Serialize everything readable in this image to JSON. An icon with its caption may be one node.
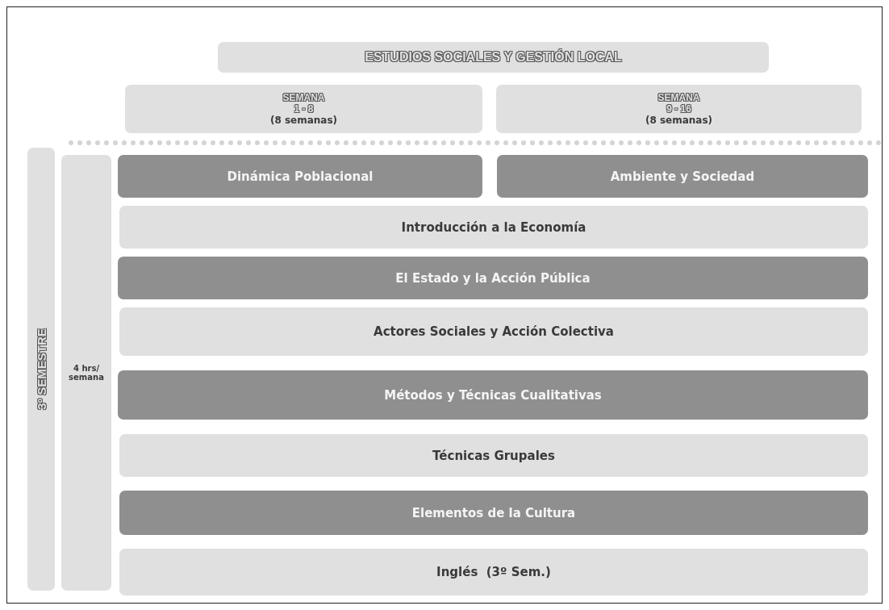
{
  "diagram": {
    "nodes": [
      {
        "text": [
          "ESTUDIOS SOCIALES Y GESTIÓN LOCAL"
        ]
      },
      {
        "text": [
          "SEMANA",
          "1 - 8",
          "(8 semanas)"
        ]
      },
      {
        "text": [
          "SEMANA",
          "9 - 16",
          "(8 semanas)"
        ]
      },
      {
        "text": [
          "3º SEMESTRE"
        ]
      },
      {
        "text": [
          "4 hrs/ semana"
        ]
      },
      {
        "text": [
          "Dinámica Poblacional"
        ]
      },
      {
        "text": [
          "Ambiente y Sociedad"
        ]
      },
      {
        "text": [
          "Introducción a la Economía"
        ]
      },
      {
        "text": [
          "El Estado y la Acción Pública"
        ]
      },
      {
        "text": [
          "Actores Sociales y Acción Colectiva"
        ]
      },
      {
        "text": [
          "Métodos y Técnicas Cualitativas"
        ]
      },
      {
        "text": [
          "Técnicas Grupales"
        ]
      },
      {
        "text": [
          "Elementos de la Cultura"
        ]
      },
      {
        "text": [
          "Inglés  (3º Sem.)"
        ]
      }
    ]
  }
}
